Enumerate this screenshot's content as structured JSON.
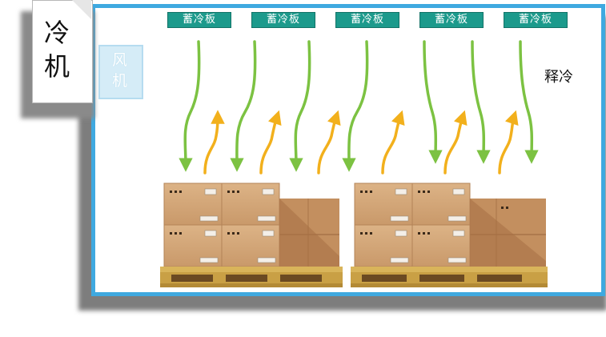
{
  "unit_label": "冷机",
  "fan_label": "风机",
  "plates": [
    "蓄冷板",
    "蓄冷板",
    "蓄冷板",
    "蓄冷板",
    "蓄冷板"
  ],
  "release_label": "释冷",
  "colors": {
    "room_border": "#3fa9e0",
    "plate": "#1c9a8c",
    "cold_arrow": "#7cc242",
    "warm_arrow": "#f2b01c",
    "fan_fill": "#d5ecf7",
    "box": "#d2a679",
    "pallet": "#c9a045"
  },
  "icons": [
    "green-downflow-arrow",
    "orange-upflow-arrow",
    "cardboard-box-stack",
    "wooden-pallet"
  ]
}
